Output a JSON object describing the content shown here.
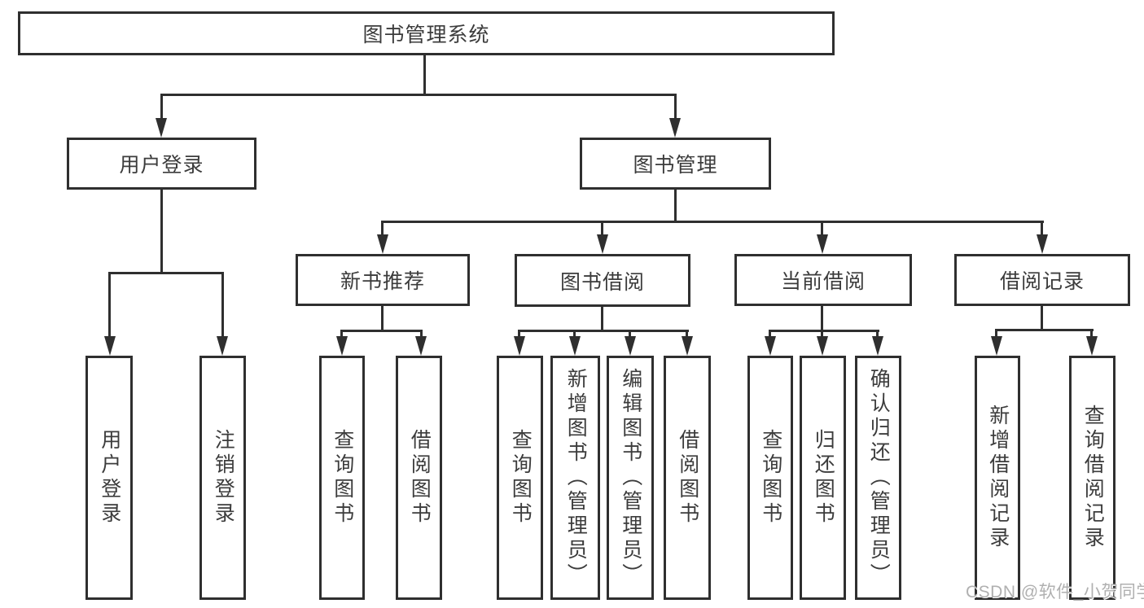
{
  "diagram": {
    "title": "图书管理系统",
    "level2": [
      "用户登录",
      "图书管理"
    ],
    "login_children": [
      "用户登录",
      "注销登录"
    ],
    "modules": [
      "新书推荐",
      "图书借阅",
      "当前借阅",
      "借阅记录"
    ],
    "recommend_children": [
      "查询图书",
      "借阅图书"
    ],
    "borrow_children": [
      "查询图书",
      "新增图书（管理员）",
      "编辑图书（管理员）",
      "借阅图书"
    ],
    "current_children": [
      "查询图书",
      "归还图书",
      "确认归还（管理员）"
    ],
    "record_children": [
      "新增借阅记录",
      "查询借阅记录"
    ],
    "watermark": "CSDN @软件_小贺同学",
    "colors": {
      "line": "#2f2f2f",
      "text": "#3c3c3c",
      "background": "#ffffff",
      "watermark": "#b0b0b0"
    }
  }
}
